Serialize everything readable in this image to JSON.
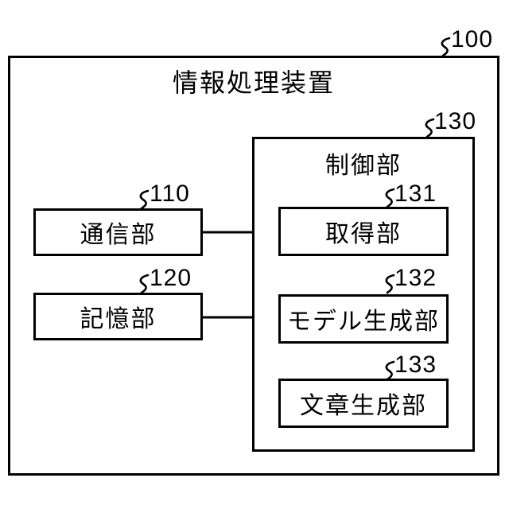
{
  "figure": {
    "device": {
      "label": "情報処理装置",
      "ref": "100"
    },
    "control": {
      "label": "制御部",
      "ref": "130"
    },
    "units": {
      "comm": {
        "label": "通信部",
        "ref": "110"
      },
      "storage": {
        "label": "記憶部",
        "ref": "120"
      },
      "acquisition": {
        "label": "取得部",
        "ref": "131"
      },
      "model_gen": {
        "label": "モデル生成部",
        "ref": "132"
      },
      "text_gen": {
        "label": "文章生成部",
        "ref": "133"
      }
    },
    "colors": {
      "line": "#000000",
      "background": "#ffffff"
    }
  }
}
